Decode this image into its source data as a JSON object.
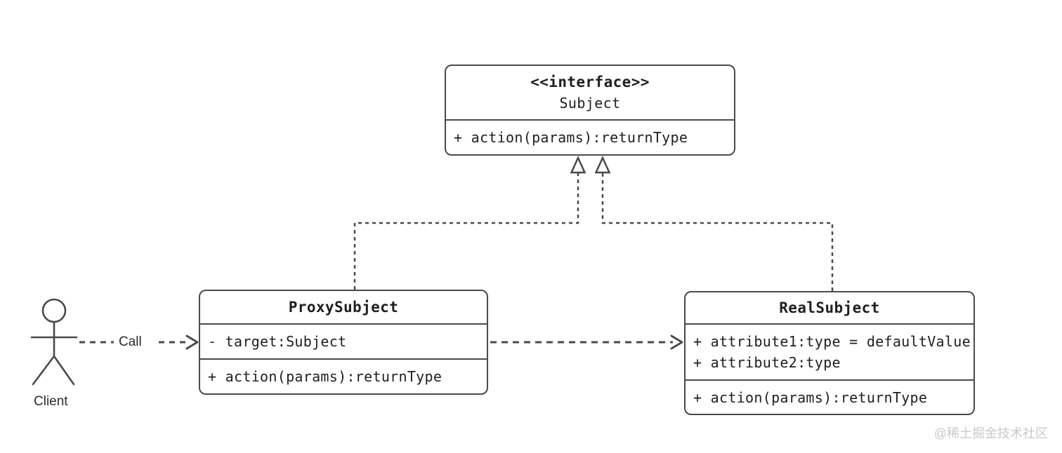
{
  "colors": {
    "line": "#4a4a4a",
    "text": "#1f1f1f",
    "background": "#ffffff",
    "watermark_text": "#c9c9c9"
  },
  "interface_box": {
    "stereotype": "<<interface>>",
    "name": "Subject",
    "methods": [
      "+ action(params):returnType"
    ]
  },
  "proxy_box": {
    "name": "ProxySubject",
    "attributes": [
      "- target:Subject"
    ],
    "methods": [
      "+ action(params):returnType"
    ]
  },
  "real_box": {
    "name": "RealSubject",
    "attributes": [
      "+ attribute1:type = defaultValue",
      "+ attribute2:type"
    ],
    "methods": [
      "+ action(params):returnType"
    ]
  },
  "actor": {
    "label": "Client"
  },
  "call_arrow": {
    "label": "Call"
  },
  "watermark": "@稀土掘金技术社区"
}
